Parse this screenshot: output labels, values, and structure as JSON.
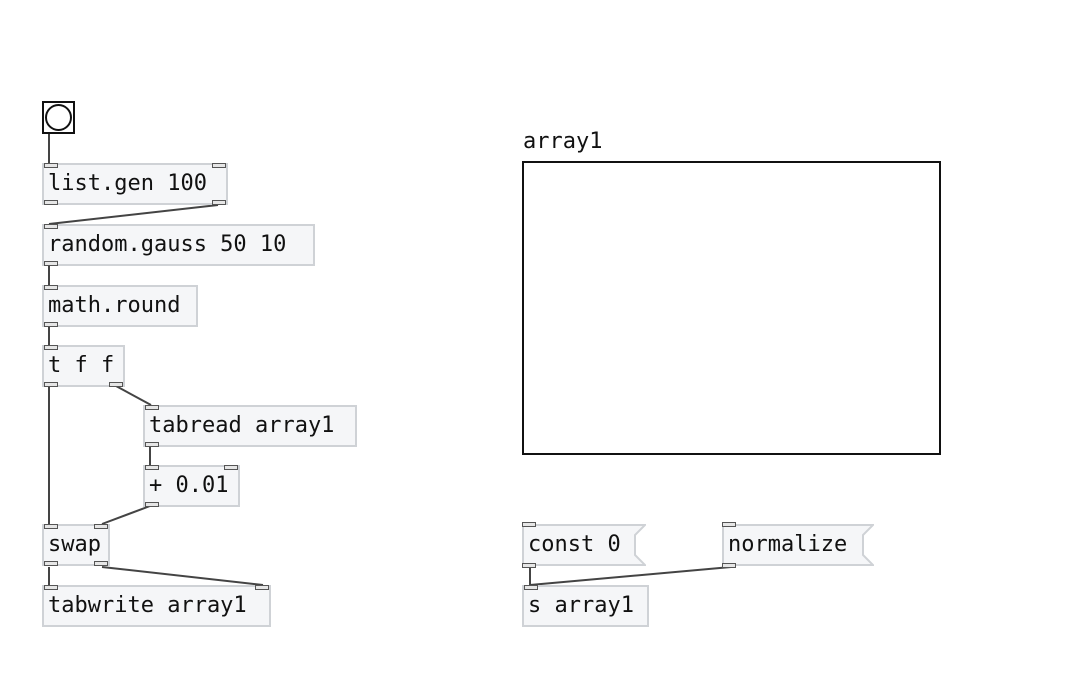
{
  "objects": {
    "list_gen": "list.gen 100",
    "random_gauss": "random.gauss 50 10",
    "math_round": "math.round",
    "trigger": "t f f",
    "tabread": "tabread array1",
    "add": "+ 0.01",
    "swap": "swap",
    "tabwrite": "tabwrite array1",
    "send": "s array1"
  },
  "messages": {
    "const": "const 0",
    "normalize": "normalize"
  },
  "array": {
    "name": "array1"
  }
}
